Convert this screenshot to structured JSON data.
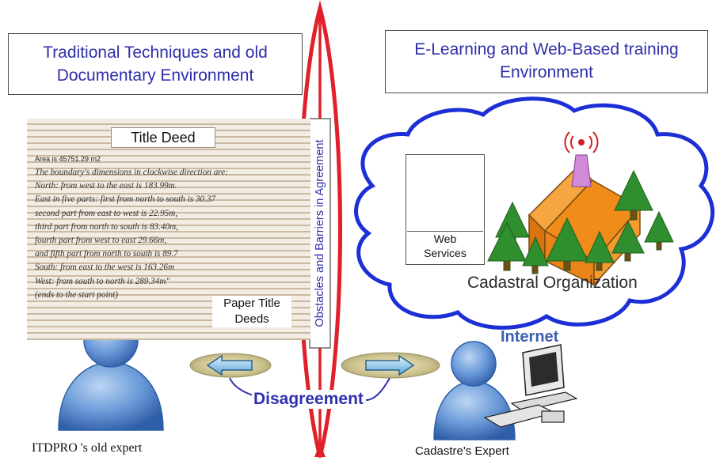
{
  "left_box": {
    "line1": "Traditional Techniques and old",
    "line2": "Documentary Environment"
  },
  "right_box": {
    "line1": "E-Learning and Web-Based training",
    "line2": "Environment"
  },
  "title_deed": {
    "title": "Title Deed",
    "area": "Area is 45751.29 m2",
    "lines": [
      "The boundary's dimensions in clockwise direction are:",
      "North: from west to the east is 183.99m.",
      "East in five parts:  first from north to south is 30.37",
      "second part from east to west is 22.95m,",
      "third part from north to south is 83.40m,",
      "fourth part from west to east 29.66m,",
      "and fifth part from north to south is 89.7",
      "South: from east to the west is 163.26m",
      "West: from south to north is 289.34m\"",
      "(ends to the start point)"
    ]
  },
  "paper_deeds_label": {
    "line1": "Paper Title",
    "line2": "Deeds"
  },
  "barrier_label": "Obstacles and Barriers in Agreement",
  "web_services_label": {
    "line1": "Web",
    "line2": "Services"
  },
  "cadastral_org_label": "Cadastral Organization",
  "internet_label": "Internet",
  "disagreement_label": "Disagreement",
  "old_expert_label": "ITDPRO 's old expert",
  "cadastre_expert_label": "Cadastre's Expert",
  "colors": {
    "title_text": "#2f2fa8",
    "barrier": "#e0202a",
    "cloud": "#1c2fd6",
    "person": "#5b8fd4",
    "house": "#f08c19",
    "tree": "#2f8f2f",
    "arrow": "#5aa8d8",
    "disc": "#c8bf88"
  },
  "icons": [
    "person-icon",
    "globe-icon",
    "house-icon",
    "tree-icon",
    "antenna-icon",
    "computer-icon",
    "document-icon",
    "arrow-left-icon",
    "arrow-right-icon"
  ]
}
